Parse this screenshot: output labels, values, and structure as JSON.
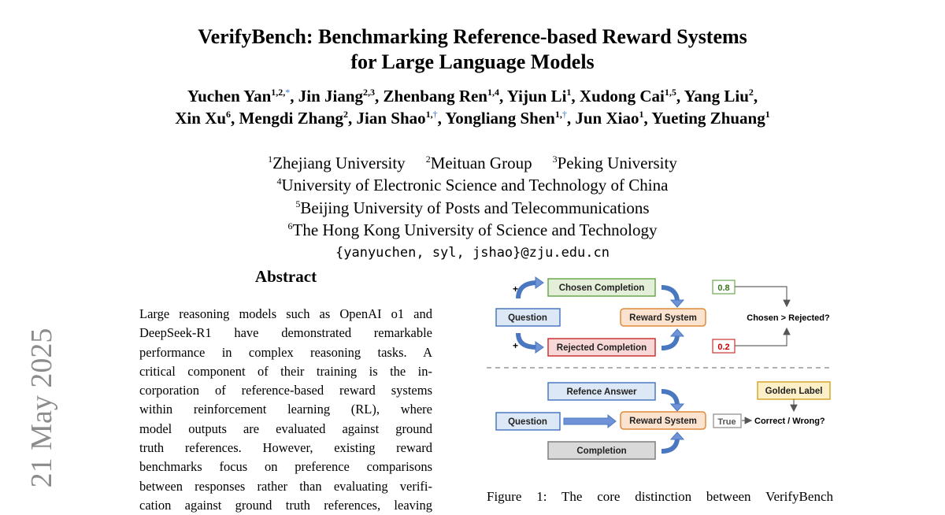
{
  "side_date": "21 May 2025",
  "title": {
    "line1": "VerifyBench: Benchmarking Reference-based Reward Systems",
    "line2": "for Large Language Models"
  },
  "authors": [
    {
      "name": "Yuchen Yan",
      "aff": "1,2,",
      "mark": "*"
    },
    {
      "name": "Jin Jiang",
      "aff": "2,3"
    },
    {
      "name": "Zhenbang Ren",
      "aff": "1,4"
    },
    {
      "name": "Yijun Li",
      "aff": "1"
    },
    {
      "name": "Xudong Cai",
      "aff": "1,5"
    },
    {
      "name": "Yang Liu",
      "aff": "2"
    },
    {
      "name": "Xin Xu",
      "aff": "6"
    },
    {
      "name": "Mengdi Zhang",
      "aff": "2"
    },
    {
      "name": "Jian Shao",
      "aff": "1,",
      "mark": "†"
    },
    {
      "name": "Yongliang Shen",
      "aff": "1,",
      "mark": "†"
    },
    {
      "name": "Jun Xiao",
      "aff": "1"
    },
    {
      "name": "Yueting Zhuang",
      "aff": "1"
    }
  ],
  "affiliations": [
    {
      "num": "1",
      "name": "Zhejiang University"
    },
    {
      "num": "2",
      "name": "Meituan Group"
    },
    {
      "num": "3",
      "name": "Peking University"
    },
    {
      "num": "4",
      "name": "University of Electronic Science and Technology of China"
    },
    {
      "num": "5",
      "name": "Beijing University of Posts and Telecommunications"
    },
    {
      "num": "6",
      "name": "The Hong Kong University of Science and Technology"
    }
  ],
  "email": "{yanyuchen, syl, jshao}@zju.edu.cn",
  "abstract": {
    "heading": "Abstract",
    "lines": [
      "Large reasoning models such as OpenAI o1 and",
      "DeepSeek-R1 have demonstrated remarkable",
      "performance in complex reasoning tasks.  A",
      "critical component of their training is the in-",
      "corporation of reference-based reward systems",
      "within reinforcement learning (RL), where",
      "model outputs are evaluated against ground",
      "truth references.  However, existing reward",
      "benchmarks focus on preference comparisons",
      "between responses rather than evaluating verifi-",
      "cation against ground truth references, leaving"
    ]
  },
  "figure": {
    "top": {
      "question": "Question",
      "chosen": "Chosen Completion",
      "rejected": "Rejected Completion",
      "reward": "Reward System",
      "score_chosen": "0.8",
      "score_rejected": "0.2",
      "plus": "+",
      "result": "Chosen > Rejected?"
    },
    "bottom": {
      "reference": "Refence Answer",
      "question": "Question",
      "completion": "Completion",
      "reward": "Reward System",
      "output": "True",
      "golden": "Golden Label",
      "result": "Correct / Wrong?"
    },
    "colors": {
      "blue_fill": "#dde8f6",
      "blue_stroke": "#4a78c0",
      "green_fill": "#e3efd9",
      "green_stroke": "#6aa84f",
      "red_fill": "#f8d7d7",
      "red_stroke": "#cc3333",
      "orange_fill": "#fbe3cf",
      "orange_stroke": "#e08a3c",
      "gray_fill": "#d9d9d9",
      "gray_stroke": "#7f7f7f",
      "yellow_fill": "#fdf0c8",
      "yellow_stroke": "#d4a72c",
      "arrow": "#6f93d6"
    }
  },
  "caption": "Figure 1:  The core distinction between VerifyBench"
}
